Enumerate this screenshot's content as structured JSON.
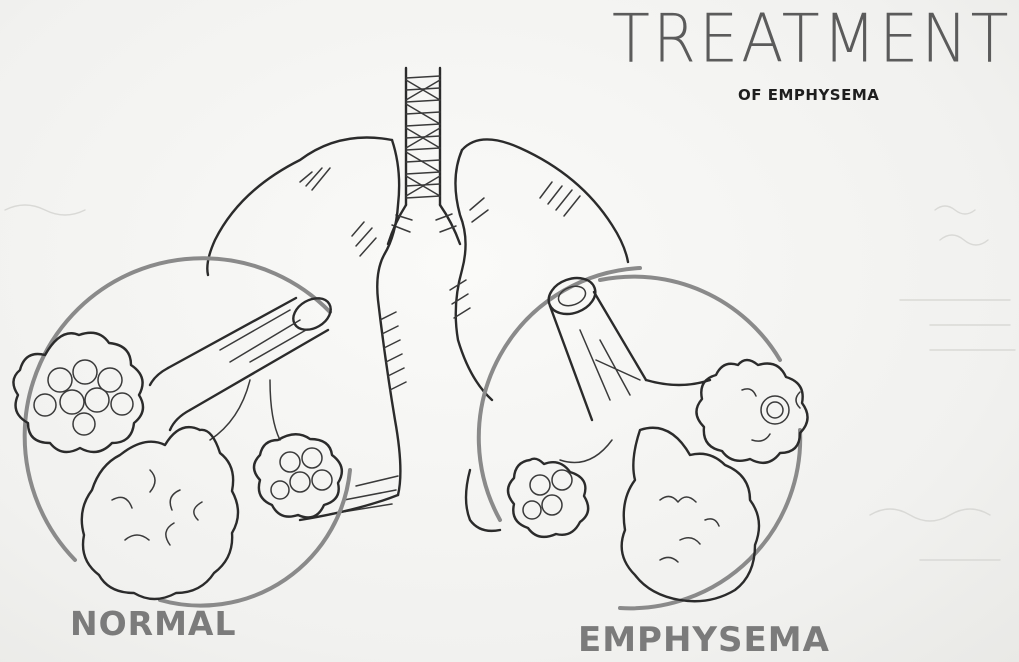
{
  "title": "TREATMENT",
  "subtitle": "OF EMPHYSEMA",
  "labels": {
    "normal": "NORMAL",
    "emphysema": "EMPHYSEMA"
  },
  "colors": {
    "ink": "#2b2b2b",
    "marker_grey": "#8a8a8a",
    "board": "#f4f4f2"
  }
}
